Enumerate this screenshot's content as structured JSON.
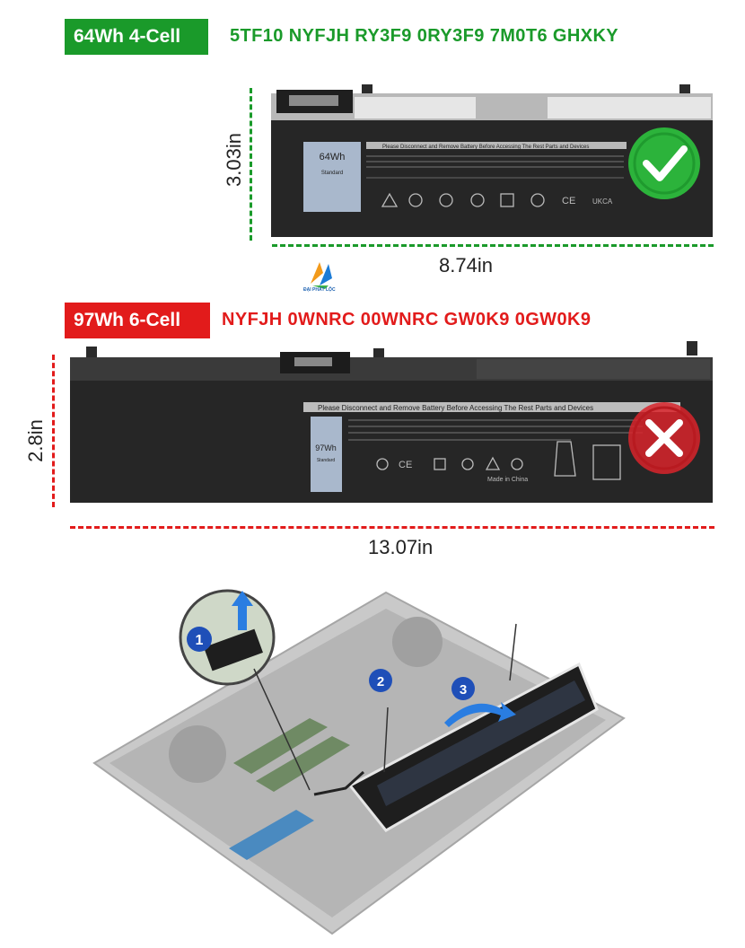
{
  "battery_64": {
    "badge": "64Wh  4-Cell",
    "codes": "5TF10 NYFJH RY3F9 0RY3F9 7M0T6 GHXKY",
    "height_label": "3.03in",
    "width_label": "8.74in",
    "label_capacity": "64Wh",
    "label_standard": "Standard",
    "warning": "Please Disconnect and Remove Battery Before Accessing The Rest Parts and Devices",
    "status": "compatible",
    "status_color": "#2ecc40"
  },
  "battery_97": {
    "badge": "97Wh  6-Cell",
    "codes": "NYFJH 0WNRC 00WNRC GW0K9 0GW0K9",
    "height_label": "2.8in",
    "width_label": "13.07in",
    "label_capacity": "97Wh",
    "label_standard": "Standard",
    "warning": "Please Disconnect and Remove Battery Before Accessing The Rest Parts and Devices",
    "made_in": "Made in China",
    "status": "incompatible",
    "status_color": "#d9242b"
  },
  "brand": {
    "name": "ĐẠI PHÁT LỘC"
  },
  "install_steps": [
    "1",
    "2",
    "3"
  ],
  "colors": {
    "green": "#1a9a2a",
    "red": "#e21b1b",
    "step_blue": "#1f4fb8"
  }
}
